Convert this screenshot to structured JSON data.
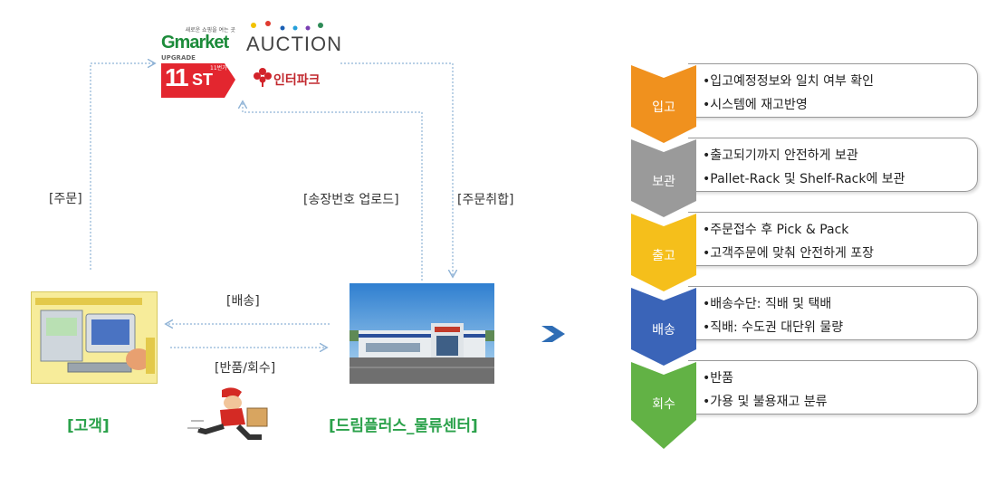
{
  "logos": {
    "gmarket_tagline": "새로운 쇼핑을 여는 곳",
    "gmarket": "Gmarket",
    "auction": "AUCTION",
    "st11_top": "UPGRADE",
    "st11_num": "11",
    "st11_st": "ST",
    "st11_sub": "11번가",
    "interpark": "인터파크"
  },
  "labels": {
    "order": "[주문]",
    "invoice_upload": "[송장번호 업로드]",
    "order_collect": "[주문취합]",
    "delivery": "[배송]",
    "return": "[반품/회수]"
  },
  "nodes": {
    "customer": "[고객]",
    "logistics": "[드림플러스_물류센터]"
  },
  "process": [
    {
      "step": "입고",
      "color": "#f0911e",
      "lines": [
        "•입고예정정보와 일치 여부 확인",
        "•시스템에 재고반영"
      ]
    },
    {
      "step": "보관",
      "color": "#9a9a9a",
      "lines": [
        "•출고되기까지 안전하게 보관",
        "•Pallet-Rack 및 Shelf-Rack에 보관"
      ]
    },
    {
      "step": "출고",
      "color": "#f5bf1b",
      "lines": [
        "•주문접수 후  Pick & Pack",
        "•고객주문에 맞춰 안전하게 포장"
      ]
    },
    {
      "step": "배송",
      "color": "#3a64b8",
      "lines": [
        "•배송수단: 직배 및 택배",
        "•직배: 수도권 대단위 물량"
      ]
    },
    {
      "step": "회수",
      "color": "#62b245",
      "lines": [
        "•반품",
        "•가용 및 불용재고 분류"
      ]
    }
  ],
  "colors": {
    "dotted_line": "#8fb3d6",
    "accent_green": "#2aa14a",
    "arrow_blue": "#2f6db5"
  }
}
